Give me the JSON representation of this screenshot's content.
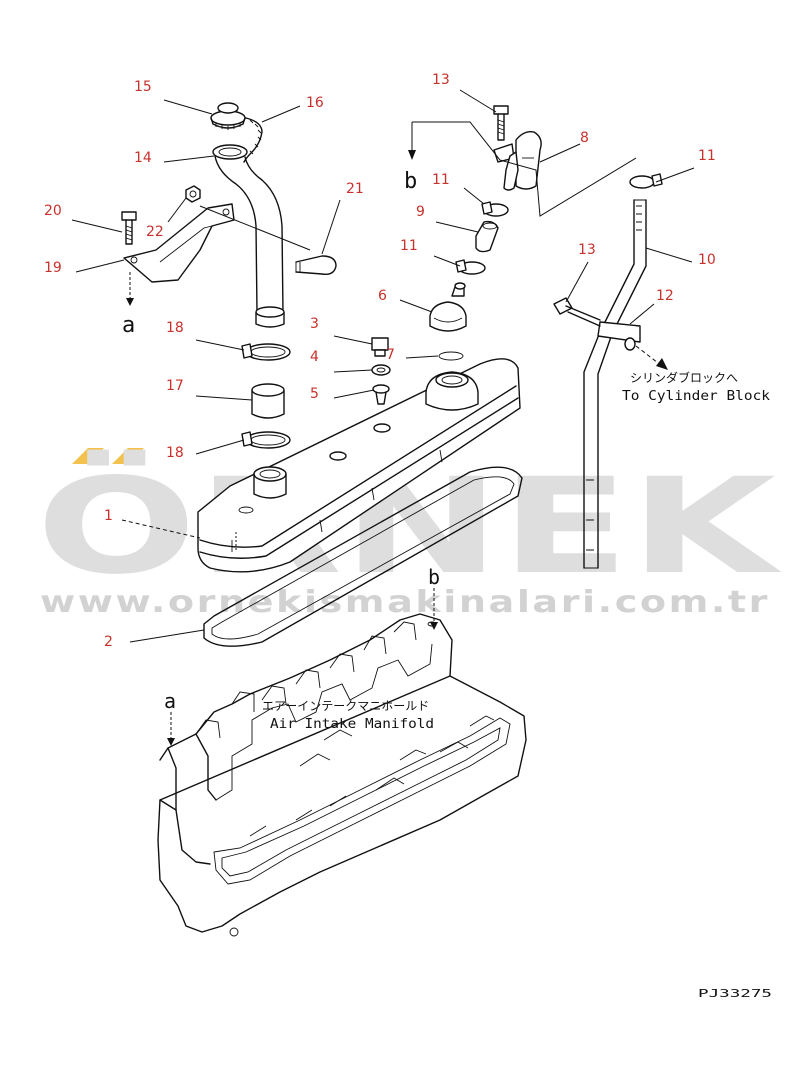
{
  "diagram": {
    "part_numbers": [
      "1",
      "2",
      "3",
      "4",
      "5",
      "6",
      "7",
      "8",
      "9",
      "10",
      "11",
      "12",
      "13",
      "14",
      "15",
      "16",
      "17",
      "18",
      "19",
      "20",
      "21",
      "22"
    ],
    "ref_labels": {
      "a": "a",
      "b": "b"
    },
    "annotations": {
      "cylinder_block_jp": "シリンダブロックへ",
      "cylinder_block_en": "To Cylinder Block",
      "air_intake_jp": "エアーインテークマニホールド",
      "air_intake_en": "Air Intake Manifold"
    },
    "drawing_code": "PJ33275",
    "watermark": {
      "brand": "ÖRNEK",
      "url": "www.ornekismakinalari.com.tr",
      "accent_color": "#f2c14e"
    },
    "callout_color": "#c8312c"
  }
}
